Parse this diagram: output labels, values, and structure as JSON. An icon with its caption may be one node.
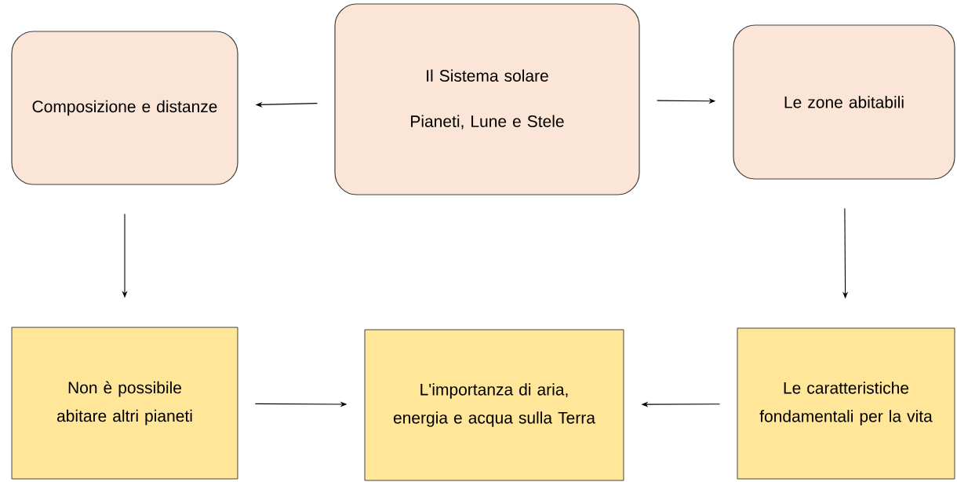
{
  "diagram": {
    "nodes": [
      {
        "text": [
          "Composizione e distanze"
        ]
      },
      {
        "text": [
          "Il Sistema solare",
          "Pianeti, Lune e Stele"
        ]
      },
      {
        "text": [
          "Le zone abitabili"
        ]
      },
      {
        "text": [
          "Non è possibile abitare altri pianeti"
        ]
      },
      {
        "text": [
          "L'importanza di aria, energia e acqua sulla Terra"
        ]
      },
      {
        "text": [
          "Le caratteristiche fondamentali per la vita"
        ]
      }
    ],
    "edges": [
      {
        "from": 1,
        "to": 0,
        "arrow": "to"
      },
      {
        "from": 1,
        "to": 2,
        "arrow": "to"
      },
      {
        "from": 0,
        "to": 3,
        "arrow": "to"
      },
      {
        "from": 2,
        "to": 5,
        "arrow": "to"
      },
      {
        "from": 3,
        "to": 4,
        "arrow": "to"
      },
      {
        "from": 5,
        "to": 4,
        "arrow": "to"
      }
    ]
  }
}
